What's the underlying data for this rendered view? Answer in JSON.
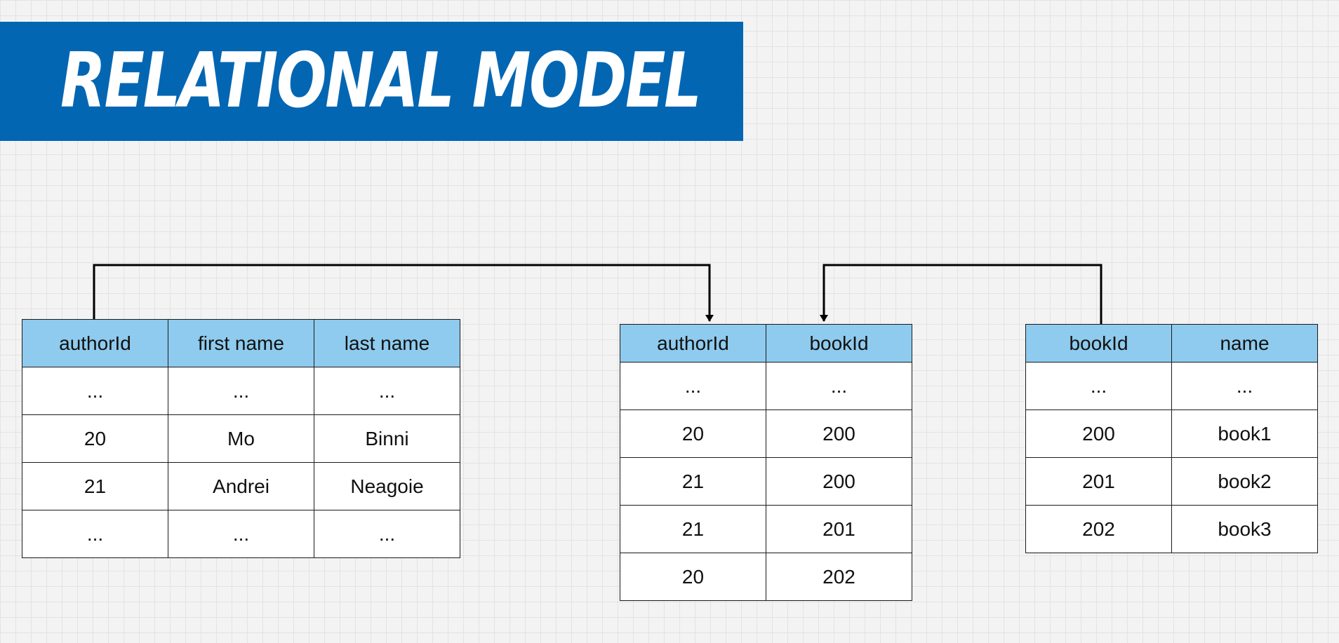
{
  "title": "RELATIONAL MODEL",
  "colors": {
    "banner": "#0366b3",
    "header_fill": "#8ecbee",
    "line": "#000000"
  },
  "tables": {
    "authors": {
      "columns": [
        "authorId",
        "first name",
        "last name"
      ],
      "rows": [
        [
          "...",
          "...",
          "..."
        ],
        [
          "20",
          "Mo",
          "Binni"
        ],
        [
          "21",
          "Andrei",
          "Neagoie"
        ],
        [
          "...",
          "...",
          "..."
        ]
      ]
    },
    "author_books": {
      "columns": [
        "authorId",
        "bookId"
      ],
      "rows": [
        [
          "...",
          "..."
        ],
        [
          "20",
          "200"
        ],
        [
          "21",
          "200"
        ],
        [
          "21",
          "201"
        ],
        [
          "20",
          "202"
        ]
      ]
    },
    "books": {
      "columns": [
        "bookId",
        "name"
      ],
      "rows": [
        [
          "...",
          "..."
        ],
        [
          "200",
          "book1"
        ],
        [
          "201",
          "book2"
        ],
        [
          "202",
          "book3"
        ]
      ]
    }
  },
  "relationships": [
    {
      "from": "authors.authorId",
      "to": "author_books.authorId"
    },
    {
      "from": "books.bookId",
      "to": "author_books.bookId"
    }
  ]
}
